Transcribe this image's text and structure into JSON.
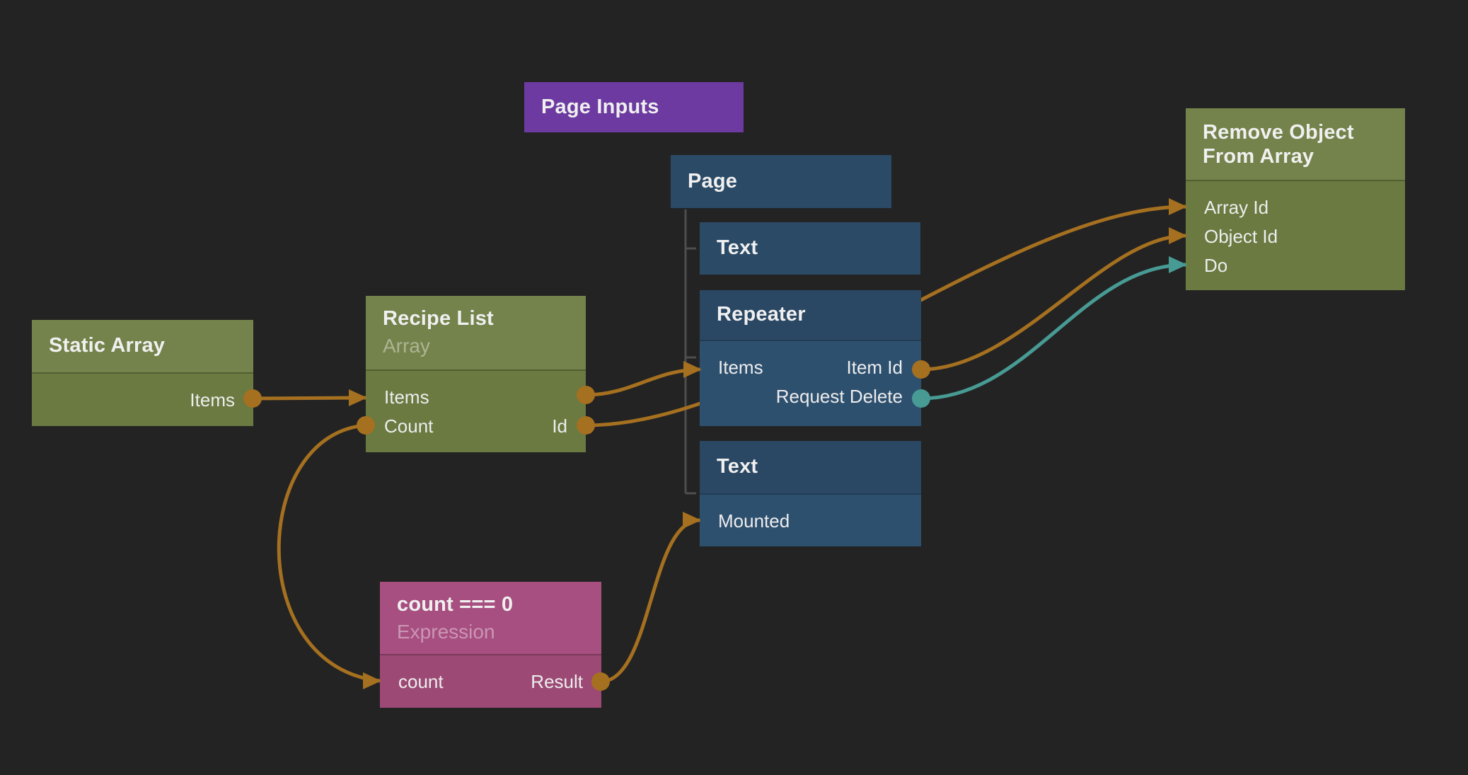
{
  "app": "visual-node-editor-canvas",
  "colors": {
    "background": "#232323",
    "node_blue_header": "#2A4763",
    "node_blue_body": "#2E506F",
    "node_green_header": "#74834B",
    "node_green_body": "#6A7A41",
    "node_pink_header": "#A74F80",
    "node_pink_body": "#9C4A75",
    "node_purple": "#6C3AA0",
    "wire_orange": "#A5701F",
    "wire_teal": "#479B94",
    "tree_line": "#4E4E4E"
  },
  "nodes": {
    "page_inputs": {
      "title": "Page Inputs"
    },
    "page": {
      "title": "Page"
    },
    "text_1": {
      "title": "Text"
    },
    "repeater": {
      "title": "Repeater",
      "ports": {
        "items": "Items",
        "item_id": "Item Id",
        "request_delete": "Request Delete"
      }
    },
    "text_2": {
      "title": "Text",
      "ports": {
        "mounted": "Mounted"
      }
    },
    "static_array": {
      "title": "Static Array",
      "ports": {
        "items": "Items"
      }
    },
    "recipe_list": {
      "title": "Recipe List",
      "subtitle": "Array",
      "ports": {
        "items": "Items",
        "count": "Count",
        "id": "Id"
      }
    },
    "remove_object": {
      "title": "Remove Object From Array",
      "ports": {
        "array_id": "Array Id",
        "object_id": "Object Id",
        "do": "Do"
      }
    },
    "expression": {
      "title": "count === 0",
      "subtitle": "Expression",
      "ports": {
        "count": "count",
        "result": "Result"
      }
    }
  },
  "connections": [
    {
      "from": "Static Array.Items",
      "to": "Recipe List.Items",
      "color": "#A5701F"
    },
    {
      "from": "Recipe List.Items",
      "to": "Repeater.Items",
      "color": "#A5701F"
    },
    {
      "from": "Recipe List.Id",
      "to": "Remove Object From Array.Array Id",
      "color": "#A5701F"
    },
    {
      "from": "Repeater.Item Id",
      "to": "Remove Object From Array.Object Id",
      "color": "#A5701F"
    },
    {
      "from": "Repeater.Request Delete",
      "to": "Remove Object From Array.Do",
      "color": "#479B94"
    },
    {
      "from": "Recipe List.Count",
      "to": "count === 0.count",
      "color": "#A5701F"
    },
    {
      "from": "count === 0.Result",
      "to": "Text.Mounted",
      "color": "#A5701F"
    }
  ]
}
